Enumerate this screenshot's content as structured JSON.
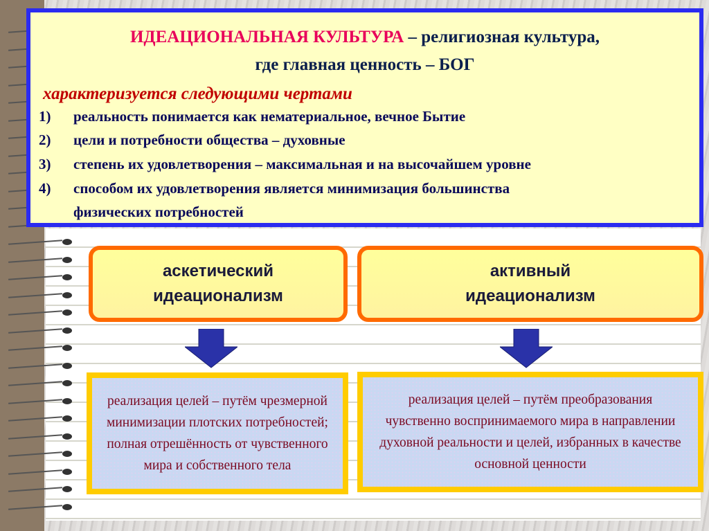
{
  "header": {
    "title_highlight": "ИДЕАЦИОНАЛЬНАЯ КУЛЬТУРА",
    "title_rest": " – религиозная культура,",
    "subtitle": "где главная ценность – БОГ",
    "features_heading": "характеризуется следующими чертами"
  },
  "features": [
    {
      "num": "1)",
      "text": "реальность понимается как нематериальное, вечное Бытие"
    },
    {
      "num": "2)",
      "text": "цели и потребности общества – духовные"
    },
    {
      "num": "3)",
      "text": "степень их удовлетворения – максимальная и на высочайшем уровне"
    },
    {
      "num": "4)",
      "text": "способом их удовлетворения является минимизация большинства"
    },
    {
      "num": "",
      "text": "физических потребностей"
    }
  ],
  "types": [
    {
      "line1": "аскетический",
      "line2": "идеационализм",
      "desc": "реализация целей – путём чрезмерной минимизации плотских потребностей; полная отрешённость от чувственного мира и собственного тела"
    },
    {
      "line1": "активный",
      "line2": "идеационализм",
      "desc": "реализация целей – путём преобразования чувственно воспринимаемого мира в направлении духовной реальности и целей, избранных в качестве основной ценности"
    }
  ],
  "colors": {
    "frame": "#2b2bf0",
    "highlight": "#e8005a",
    "accent": "#ff6a00",
    "desc_border": "#ffcc00"
  }
}
